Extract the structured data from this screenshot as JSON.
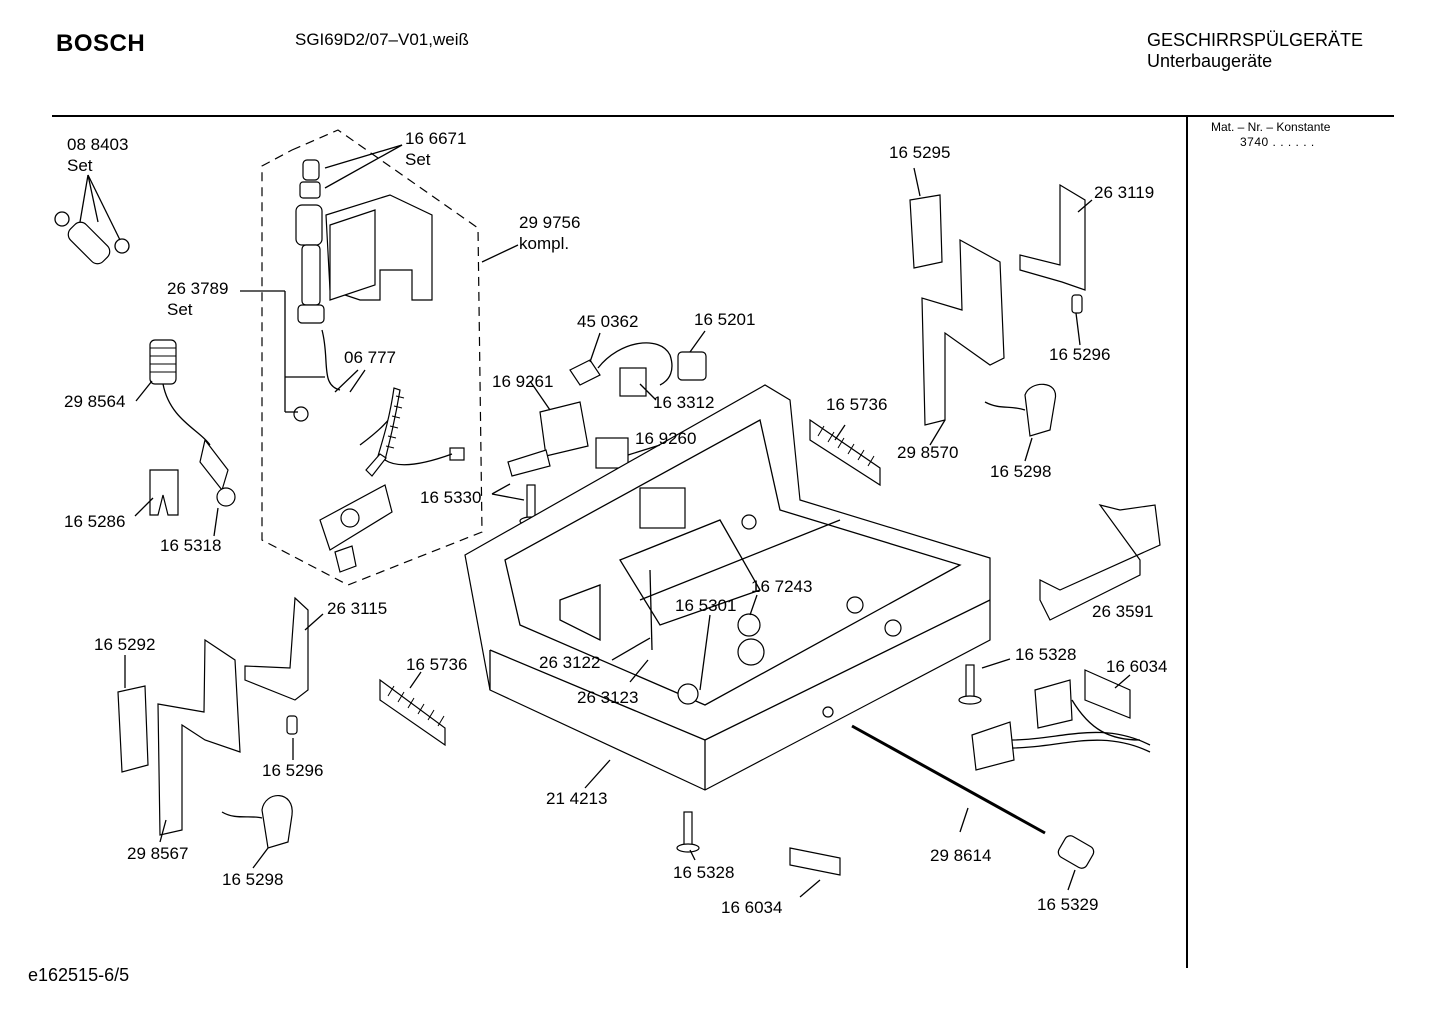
{
  "header": {
    "brand": "BOSCH",
    "model": "SGI69D2/07–V01,weiß",
    "category": "GESCHIRRSPÜLGERÄTE",
    "subcategory": "Unterbaugeräte"
  },
  "side_panel": {
    "title": "Mat. – Nr. – Konstante",
    "value": "3740  .  .  .  .  .  ."
  },
  "footer": {
    "doc_id": "e162515-6/5"
  },
  "labels": [
    {
      "id": "l01",
      "text": "08 8403"
    },
    {
      "id": "l02",
      "text": "Set"
    },
    {
      "id": "l03",
      "text": "16 6671"
    },
    {
      "id": "l04",
      "text": "Set"
    },
    {
      "id": "l05",
      "text": "29 9756"
    },
    {
      "id": "l06",
      "text": "kompl."
    },
    {
      "id": "l07",
      "text": "26 3789"
    },
    {
      "id": "l08",
      "text": "Set"
    },
    {
      "id": "l09",
      "text": "06 777"
    },
    {
      "id": "l10",
      "text": "29 8564"
    },
    {
      "id": "l11",
      "text": "16 5286"
    },
    {
      "id": "l12",
      "text": "16 5318"
    },
    {
      "id": "l13",
      "text": "45 0362"
    },
    {
      "id": "l14",
      "text": "16 5201"
    },
    {
      "id": "l15",
      "text": "16 9261"
    },
    {
      "id": "l16",
      "text": "16 3312"
    },
    {
      "id": "l17",
      "text": "16 9260"
    },
    {
      "id": "l18",
      "text": "16 5330"
    },
    {
      "id": "l19",
      "text": "16 5295"
    },
    {
      "id": "l20",
      "text": "26 3119"
    },
    {
      "id": "l21",
      "text": "16 5296"
    },
    {
      "id": "l22",
      "text": "16 5736"
    },
    {
      "id": "l23",
      "text": "29 8570"
    },
    {
      "id": "l24",
      "text": "16 5298"
    },
    {
      "id": "l25",
      "text": "26 3591"
    },
    {
      "id": "l26",
      "text": "26 3115"
    },
    {
      "id": "l27",
      "text": "16 5292"
    },
    {
      "id": "l28",
      "text": "16 7243"
    },
    {
      "id": "l29",
      "text": "16 5301"
    },
    {
      "id": "l30",
      "text": "26 3122"
    },
    {
      "id": "l31",
      "text": "16 5736"
    },
    {
      "id": "l32",
      "text": "26 3123"
    },
    {
      "id": "l33",
      "text": "16 5328"
    },
    {
      "id": "l34",
      "text": "16 6034"
    },
    {
      "id": "l35",
      "text": "16 5296"
    },
    {
      "id": "l36",
      "text": "21 4213"
    },
    {
      "id": "l37",
      "text": "29 8567"
    },
    {
      "id": "l38",
      "text": "16 5298"
    },
    {
      "id": "l39",
      "text": "16 5328"
    },
    {
      "id": "l40",
      "text": "29 8614"
    },
    {
      "id": "l41",
      "text": "16 6034"
    },
    {
      "id": "l42",
      "text": "16 5329"
    }
  ]
}
